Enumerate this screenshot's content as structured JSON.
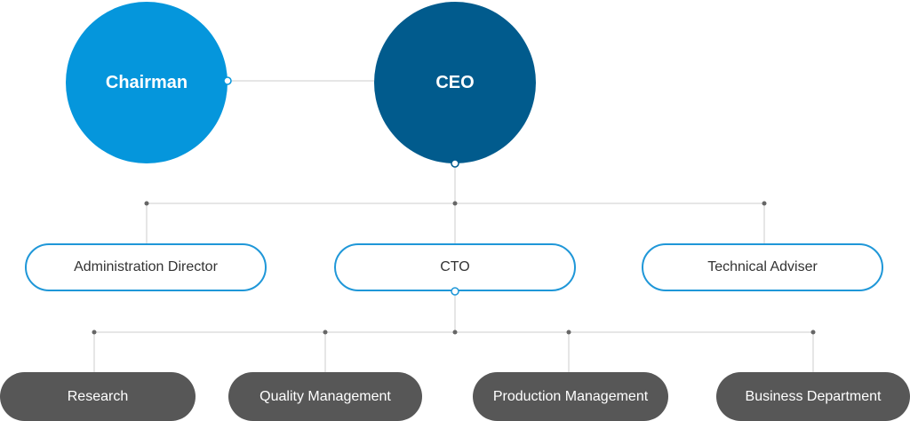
{
  "top": {
    "chairman": "Chairman",
    "ceo": "CEO"
  },
  "directors": {
    "admin": "Administration Director",
    "cto": "CTO",
    "adviser": "Technical Adviser"
  },
  "departments": {
    "research": "Research",
    "quality": "Quality Management",
    "production": "Production Management",
    "business": "Business Department"
  },
  "colors": {
    "chairman": "#0596dc",
    "ceo": "#015b8d",
    "outline": "#1f97d8",
    "department": "#575757",
    "line": "#cccccc"
  }
}
